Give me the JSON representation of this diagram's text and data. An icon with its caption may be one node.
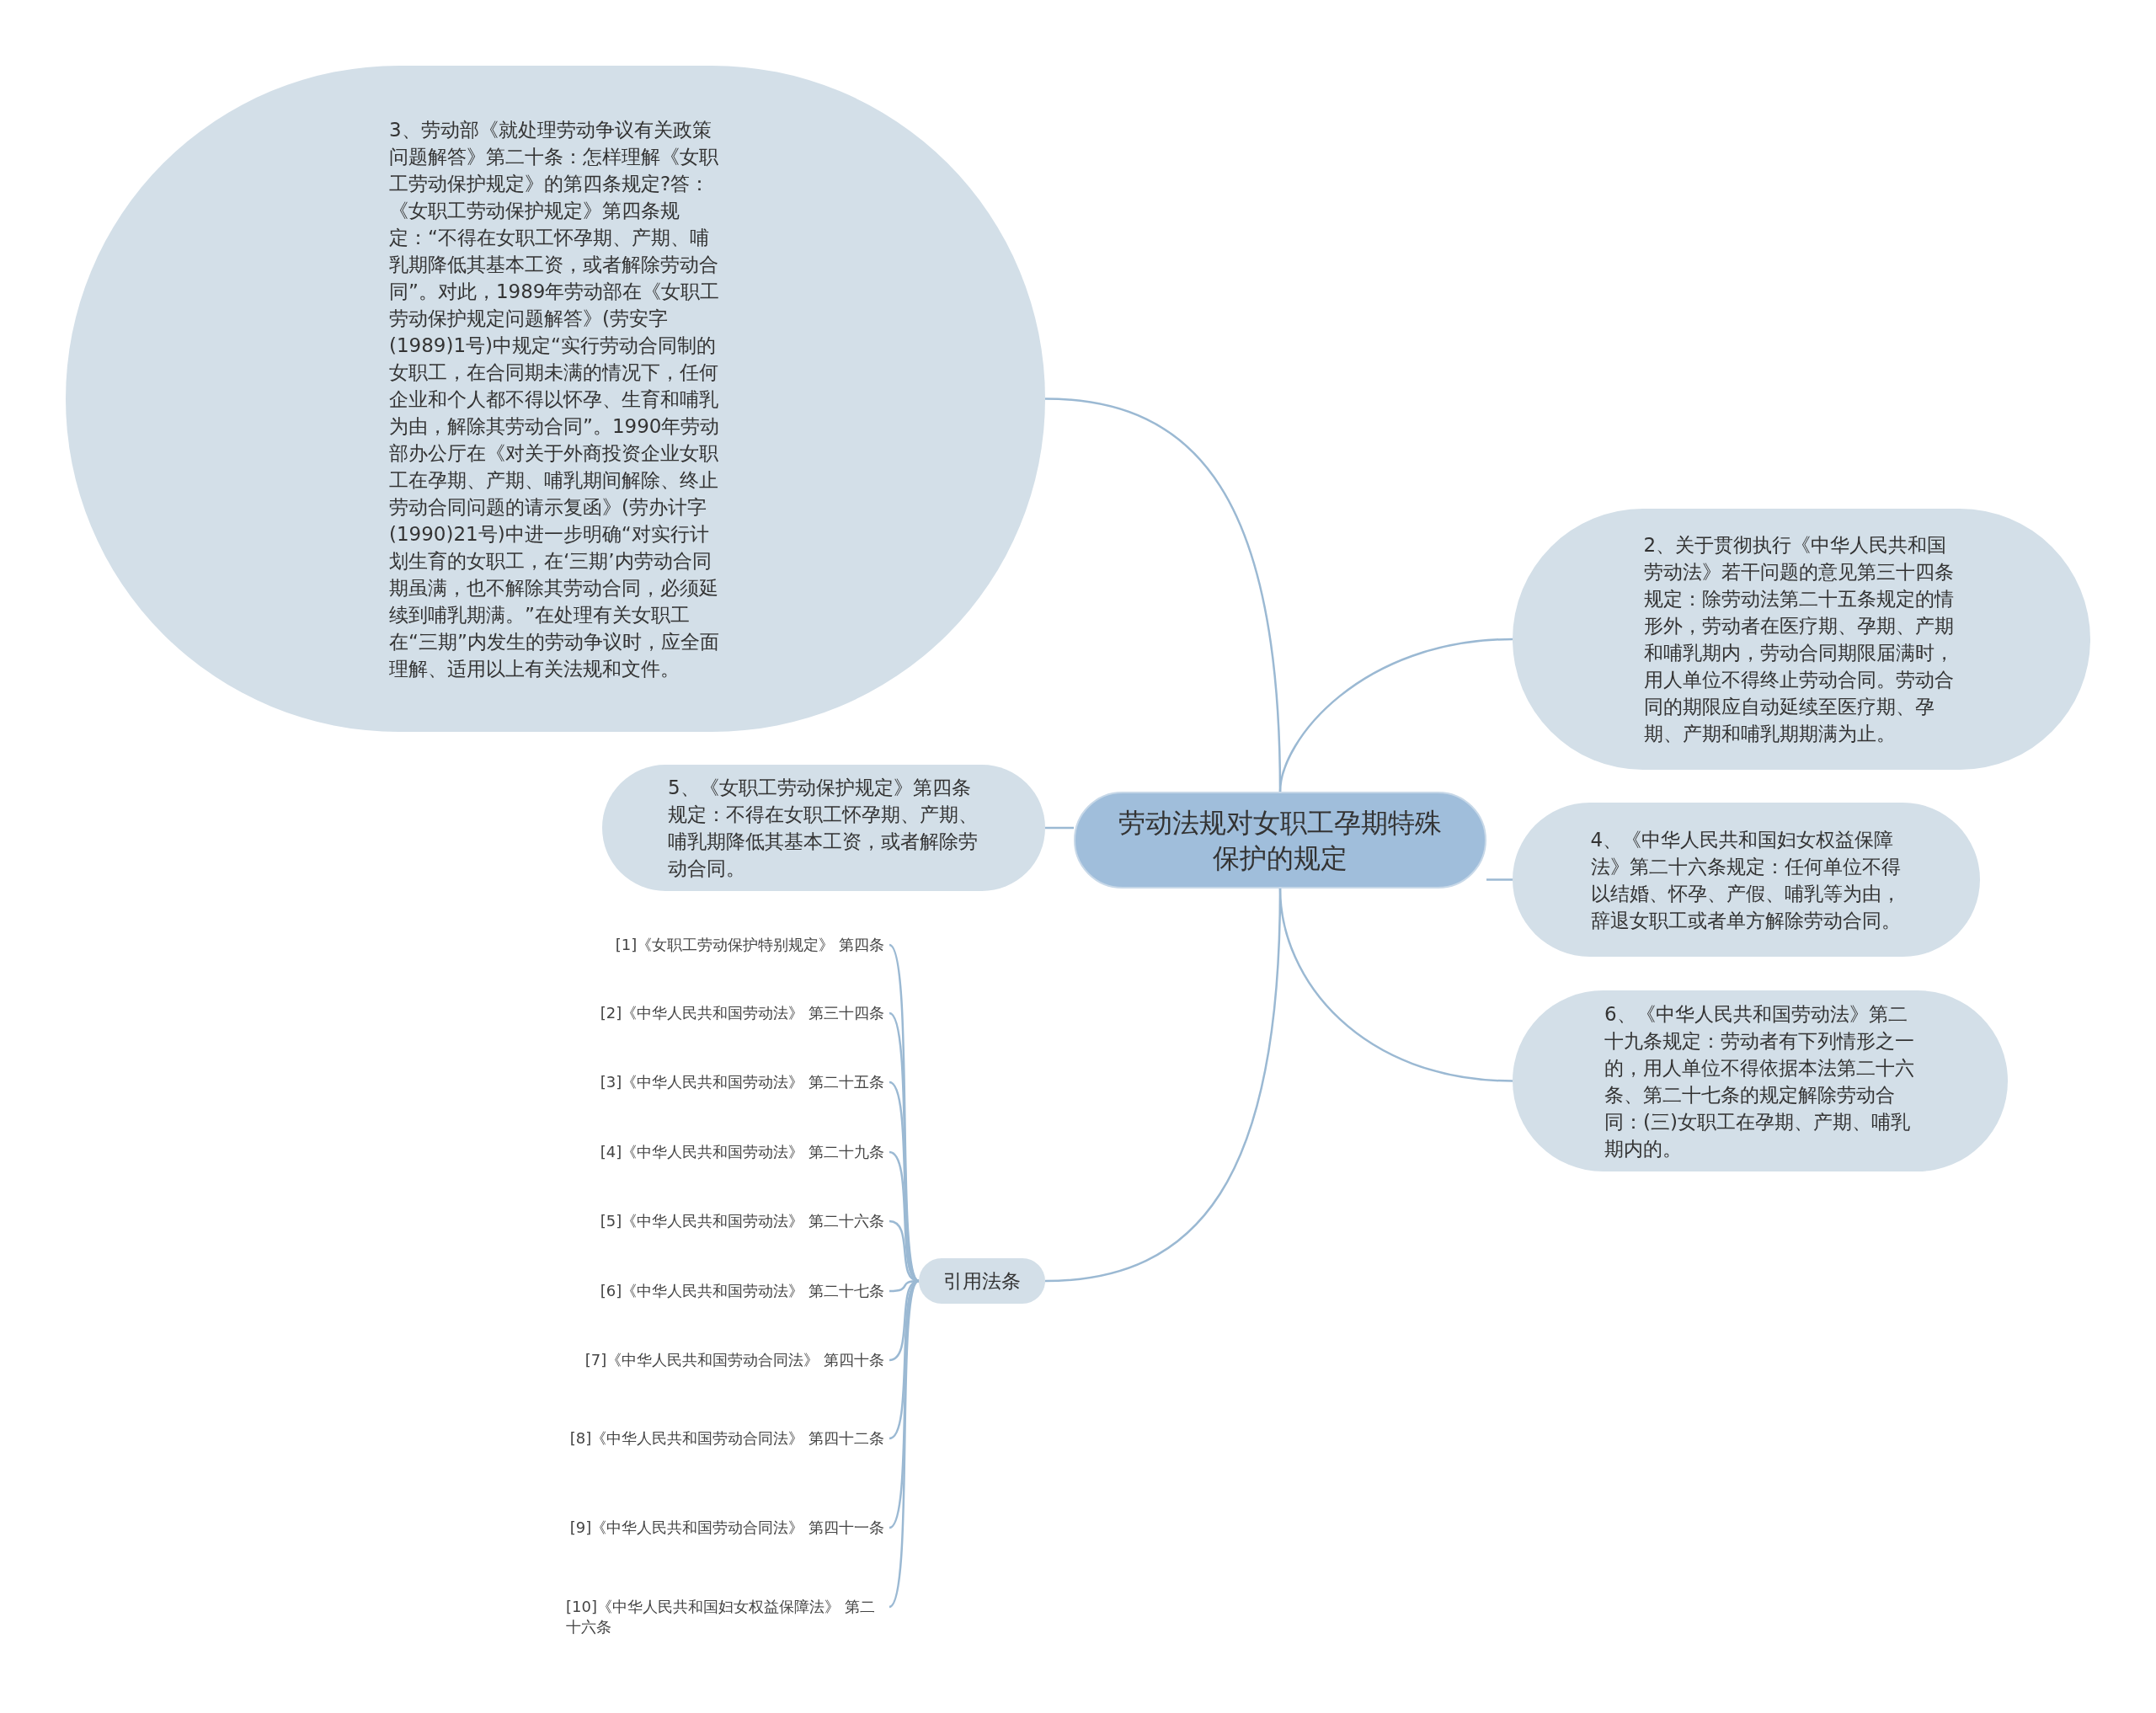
{
  "diagram": {
    "nodes": [
      {
        "text": [
          "劳动法规对女职工孕期特殊保护的规定"
        ]
      },
      {
        "text": [
          "3、劳动部《就处理劳动争议有关政策问题解答》第二十条：怎样理解《女职工劳动保护规定》的第四条规定?答：《女职工劳动保护规定》第四条规定：“不得在女职工怀孕期、产期、哺乳期降低其基本工资，或者解除劳动合同”。对此，1989年劳动部在《女职工劳动保护规定问题解答》(劳安字(1989)1号)中规定“实行劳动合同制的女职工，在合同期未满的情况下，任何企业和个人都不得以怀孕、生育和哺乳为由，解除其劳动合同”。1990年劳动部办公厅在《对关于外商投资企业女职工在孕期、产期、哺乳期间解除、终止劳动合同问题的请示复函》(劳办计字(1990)21号)中进一步明确“对实行计划生育的女职工，在‘三期’内劳动合同期虽满，也不解除其劳动合同，必须延续到哺乳期满。”在处理有关女职工在“三期”内发生的劳动争议时，应全面理解、适用以上有关法规和文件。"
        ]
      },
      {
        "text": [
          "2、关于贯彻执行《中华人民共和国劳动法》若干问题的意见第三十四条规定：除劳动法第二十五条规定的情形外，劳动者在医疗期、孕期、产期和哺乳期内，劳动合同期限届满时，用人单位不得终止劳动合同。劳动合同的期限应自动延续至医疗期、孕期、产期和哺乳期期满为止。"
        ]
      },
      {
        "text": [
          "5、《女职工劳动保护规定》第四条规定：不得在女职工怀孕期、产期、哺乳期降低其基本工资，或者解除劳动合同。"
        ]
      },
      {
        "text": [
          "4、《中华人民共和国妇女权益保障法》第二十六条规定：任何单位不得以结婚、怀孕、产假、哺乳等为由，辞退女职工或者单方解除劳动合同。"
        ]
      },
      {
        "text": [
          "6、《中华人民共和国劳动法》第二十九条规定：劳动者有下列情形之一的，用人单位不得依据本法第二十六条、第二十七条的规定解除劳动合同：(三)女职工在孕期、产期、哺乳期内的。"
        ]
      },
      {
        "text": [
          "引用法条"
        ]
      },
      {
        "text": [
          "[1]《女职工劳动保护特别规定》 第四条"
        ]
      },
      {
        "text": [
          "[2]《中华人民共和国劳动法》 第三十四条"
        ]
      },
      {
        "text": [
          "[3]《中华人民共和国劳动法》 第二十五条"
        ]
      },
      {
        "text": [
          "[4]《中华人民共和国劳动法》 第二十九条"
        ]
      },
      {
        "text": [
          "[5]《中华人民共和国劳动法》 第二十六条"
        ]
      },
      {
        "text": [
          "[6]《中华人民共和国劳动法》 第二十七条"
        ]
      },
      {
        "text": [
          "[7]《中华人民共和国劳动合同法》 第四十条"
        ]
      },
      {
        "text": [
          "[8]《中华人民共和国劳动合同法》 第四十二条"
        ]
      },
      {
        "text": [
          "[9]《中华人民共和国劳动合同法》 第四十一条"
        ]
      },
      {
        "text": [
          "[10]《中华人民共和国妇女权益保障法》 第二十六条"
        ]
      }
    ],
    "edges": [
      {
        "from": 0,
        "to": 1,
        "arrow": "none"
      },
      {
        "from": 0,
        "to": 2,
        "arrow": "none"
      },
      {
        "from": 0,
        "to": 3,
        "arrow": "none"
      },
      {
        "from": 0,
        "to": 4,
        "arrow": "none"
      },
      {
        "from": 0,
        "to": 5,
        "arrow": "none"
      },
      {
        "from": 0,
        "to": 6,
        "arrow": "none"
      },
      {
        "from": 6,
        "to": 7,
        "arrow": "none"
      },
      {
        "from": 6,
        "to": 8,
        "arrow": "none"
      },
      {
        "from": 6,
        "to": 9,
        "arrow": "none"
      },
      {
        "from": 6,
        "to": 10,
        "arrow": "none"
      },
      {
        "from": 6,
        "to": 11,
        "arrow": "none"
      },
      {
        "from": 6,
        "to": 12,
        "arrow": "none"
      },
      {
        "from": 6,
        "to": 13,
        "arrow": "none"
      },
      {
        "from": 6,
        "to": 14,
        "arrow": "none"
      },
      {
        "from": 6,
        "to": 15,
        "arrow": "none"
      },
      {
        "from": 6,
        "to": 16,
        "arrow": "none"
      }
    ]
  }
}
